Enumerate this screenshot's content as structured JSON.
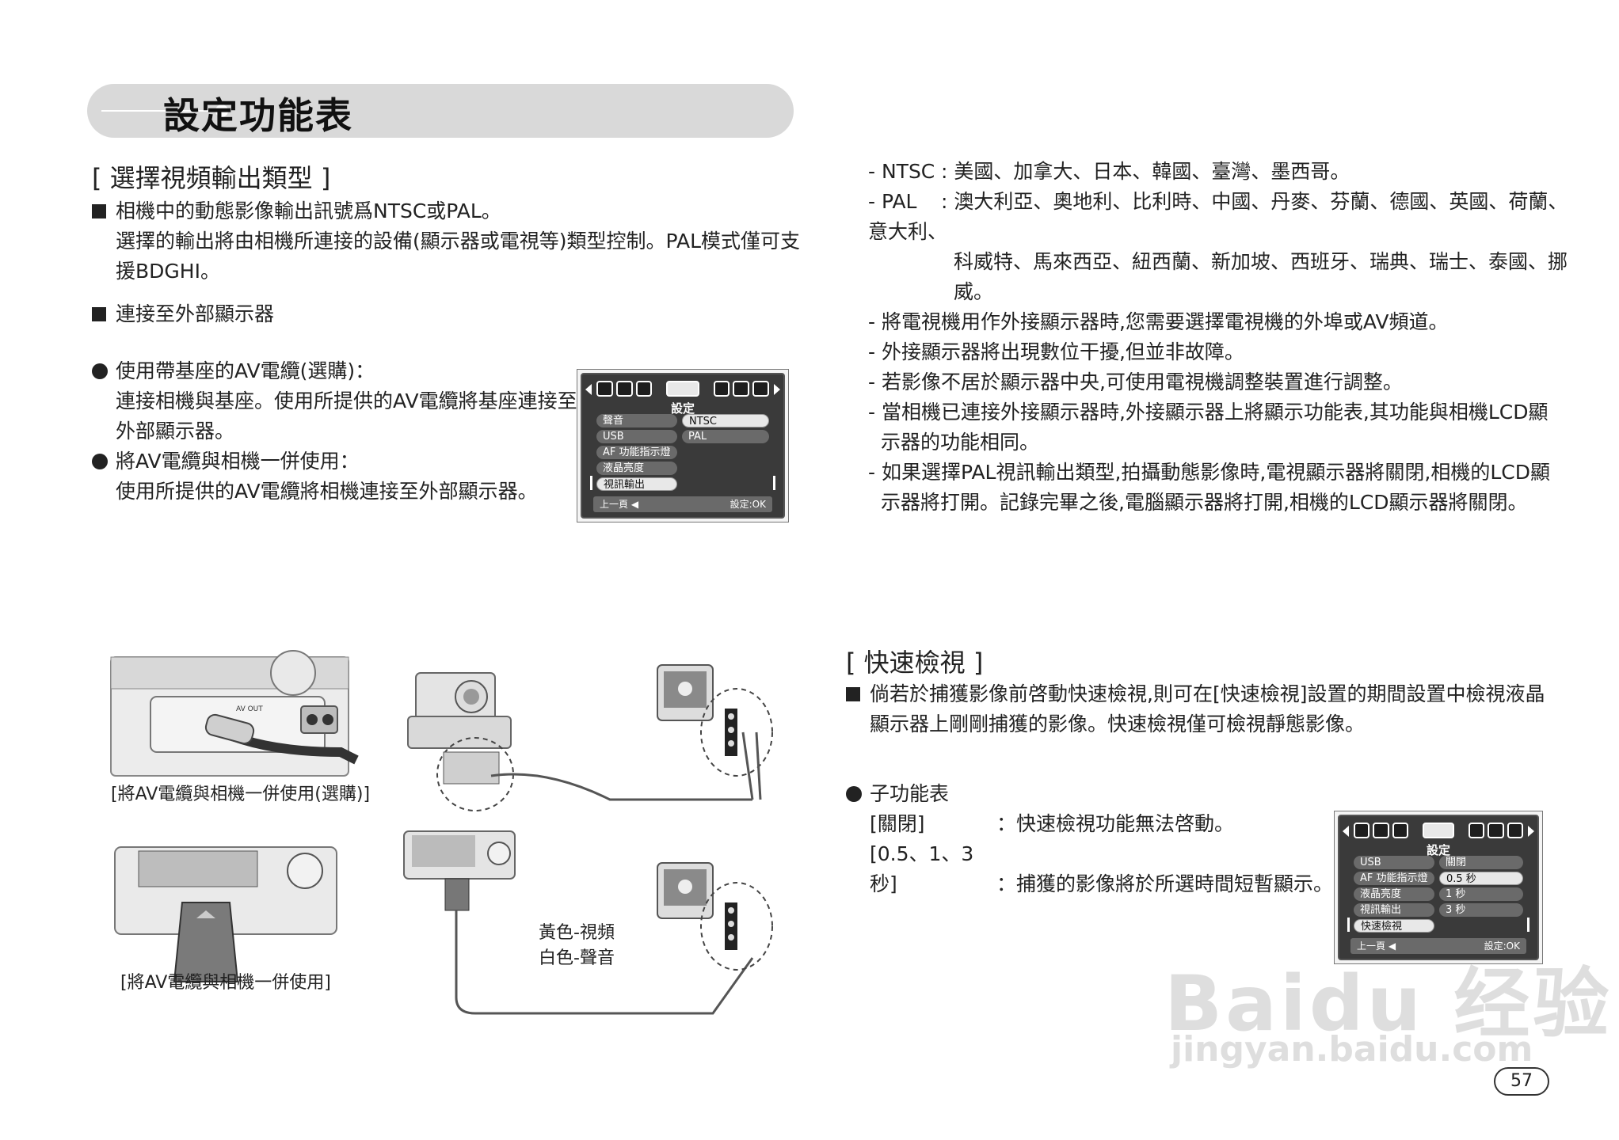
{
  "header": {
    "title": "設定功能表"
  },
  "video_output": {
    "heading": "[ 選擇視頻輸出類型 ]",
    "p1_line1": "相機中的動態影像輸出訊號爲NTSC或PAL。",
    "p1_line2": "選擇的輸出將由相機所連接的設備(顯示器或電視等)類型控制。PAL模式僅可支",
    "p1_line3": "援BDGHI。",
    "p2": "連接至外部顯示器",
    "b1_line1": "使用帶基座的AV電纜(選購)：",
    "b1_line2": "連接相機與基座。使用所提供的AV電纜將基座連接至",
    "b1_line3": "外部顯示器。",
    "b2_line1": "將AV電纜與相機一併使用：",
    "b2_line2": "使用所提供的AV電纜將相機連接至外部顯示器。"
  },
  "menu1": {
    "title": "設定",
    "rows": [
      "聲音",
      "USB",
      "AF 功能指示燈",
      "液晶亮度",
      "視訊輸出"
    ],
    "options": [
      "NTSC",
      "PAL"
    ],
    "footer_left": "上一頁 ◀",
    "footer_right": "設定:OK"
  },
  "right_notes": {
    "ntsc_label": "- NTSC",
    "ntsc_text": ": 美國、加拿大、日本、韓國、臺灣、墨西哥。",
    "pal_label": "- PAL",
    "pal_text1": ": 澳大利亞、奧地利、比利時、中國、丹麥、芬蘭、德國、英國、荷蘭、意大利、",
    "pal_text2": "科威特、馬來西亞、紐西蘭、新加坡、西班牙、瑞典、瑞士、泰國、挪威。",
    "n1": "- 將電視機用作外接顯示器時,您需要選擇電視機的外埠或AV頻道。",
    "n2": "- 外接顯示器將出現數位干擾,但並非故障。",
    "n3": "- 若影像不居於顯示器中央,可使用電視機調整裝置進行調整。",
    "n4_line1": "- 當相機已連接外接顯示器時,外接顯示器上將顯示功能表,其功能與相機LCD顯",
    "n4_line2": "示器的功能相同。",
    "n5_line1": "- 如果選擇PAL視訊輸出類型,拍攝動態影像時,電視顯示器將關閉,相機的LCD顯",
    "n5_line2": "示器將打開。記錄完畢之後,電腦顯示器將打開,相機的LCD顯示器將關閉。"
  },
  "figures": {
    "caption1": "[將AV電纜與相機一併使用(選購)]",
    "caption2": "[將AV電纜與相機一併使用]",
    "yellow_label": "黃色-視頻",
    "white_label": "白色-聲音",
    "av_out": "AV OUT"
  },
  "quick_view": {
    "heading": "[ 快速檢視 ]",
    "p1_line1": "倘若於捕獲影像前啓動快速檢視,則可在[快速檢視]設置的期間設置中檢視液晶",
    "p1_line2": "顯示器上剛剛捕獲的影像。快速檢視僅可檢視靜態影像。",
    "sub_heading": "子功能表",
    "opt1_label": "[關閉]",
    "opt1_text": "：快速檢視功能無法啓動。",
    "opt2_label": "[0.5、1、3秒]",
    "opt2_text": "：捕獲的影像將於所選時間短暫顯示。"
  },
  "menu2": {
    "title": "設定",
    "rows": [
      "USB",
      "AF 功能指示燈",
      "液晶亮度",
      "視訊輸出",
      "快速檢視"
    ],
    "options": [
      "關閉",
      "0.5 秒",
      "1 秒",
      "3 秒"
    ],
    "footer_left": "上一頁 ◀",
    "footer_right": "設定:OK"
  },
  "watermark": {
    "brand": "Baidu 经验",
    "url": "jingyan.baidu.com"
  },
  "page": {
    "number": "57"
  }
}
